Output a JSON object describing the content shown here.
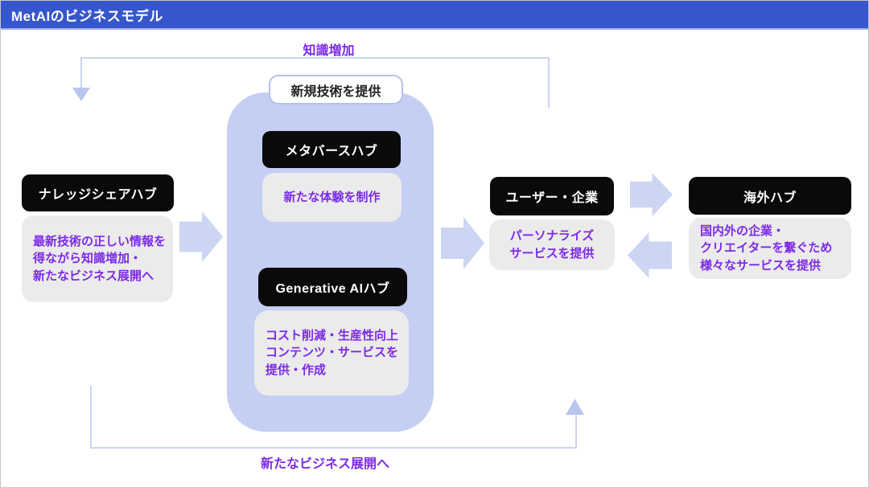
{
  "header": {
    "title": "MetAIのビジネスモデル"
  },
  "flow_labels": {
    "knowledge_increase": "知識増加",
    "new_business_expansion": "新たなビジネス展開へ",
    "provide_new_tech": "新規技術を提供"
  },
  "nodes": {
    "knowledge_hub": {
      "title": "ナレッジシェアハブ",
      "desc": "最新技術の正しい情報を\n得ながら知識増加・\n新たなビジネス展開へ"
    },
    "metaverse_hub": {
      "title": "メタバースハブ",
      "desc": "新たな体験を制作"
    },
    "generative_ai_hub": {
      "title": "Generative AIハブ",
      "desc": "コスト削減・生産性向上\nコンテンツ・サービスを\n提供・作成"
    },
    "users_companies": {
      "title": "ユーザー・企業",
      "desc": "パーソナライズ\nサービスを提供"
    },
    "overseas_hub": {
      "title": "海外ハブ",
      "desc": "国内外の企業・\nクリエイターを繋ぐため\n様々なサービスを提供"
    }
  },
  "colors": {
    "header_blue": "#3656cb",
    "accent_purple": "#7c2ae8",
    "container_blue": "#c5cef3",
    "arrow_blue": "#ccd5f2",
    "line_blue": "#ccd4f0",
    "box_gray": "#ebebeb",
    "pill_black": "#0a0a0a"
  }
}
